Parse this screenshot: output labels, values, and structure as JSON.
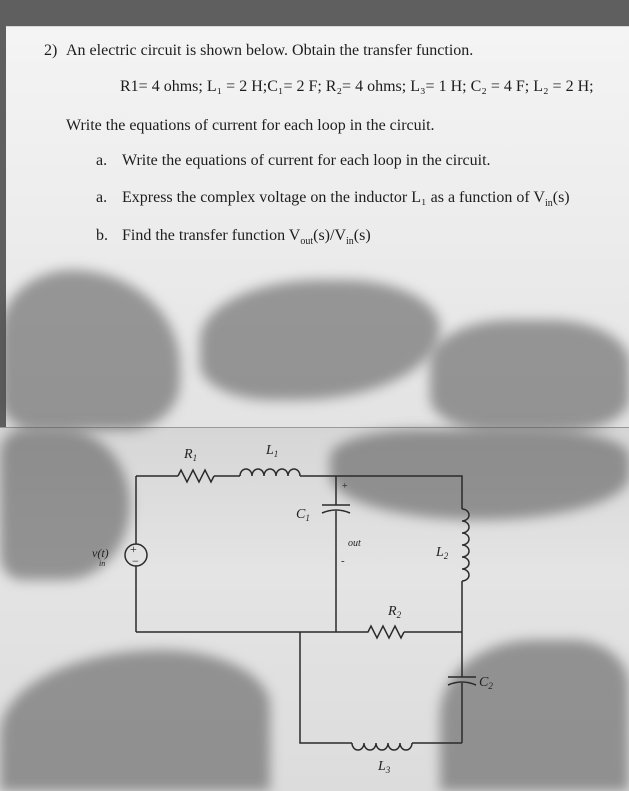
{
  "question": {
    "number": "2)",
    "text": "An electric circuit is shown below. Obtain the transfer function.",
    "given_values": "R1= 4 ohms; L₁ = 2 H;C₁= 2 F; R₂= 4 ohms; L₃= 1 H; C₂ = 4 F; L₂ = 2 H;",
    "instruction": "Write the equations of current for each loop in the circuit.",
    "items": [
      {
        "label": "a.",
        "text": "Write the equations of current for each loop in the circuit."
      },
      {
        "label": "a.",
        "text": "Express the complex voltage on the inductor L₁ as a function of V",
        "sub": "in",
        "tail": "(s)"
      },
      {
        "label": "b.",
        "text": "Find the transfer function V",
        "sub": "out",
        "mid": "(s)/V",
        "sub2": "in",
        "tail": "(s)"
      }
    ]
  },
  "circuit": {
    "r1": "R",
    "r1_sub": "1",
    "l1": "L",
    "l1_sub": "1",
    "c1": "C",
    "c1_sub": "1",
    "plus_top": "+",
    "out": "out",
    "minus": "-",
    "l2": "L",
    "l2_sub": "2",
    "source_v": "v(t)",
    "source_sub": "in",
    "r2": "R",
    "r2_sub": "2",
    "c2": "C",
    "c2_sub": "2",
    "l3": "L",
    "l3_sub": "3"
  }
}
